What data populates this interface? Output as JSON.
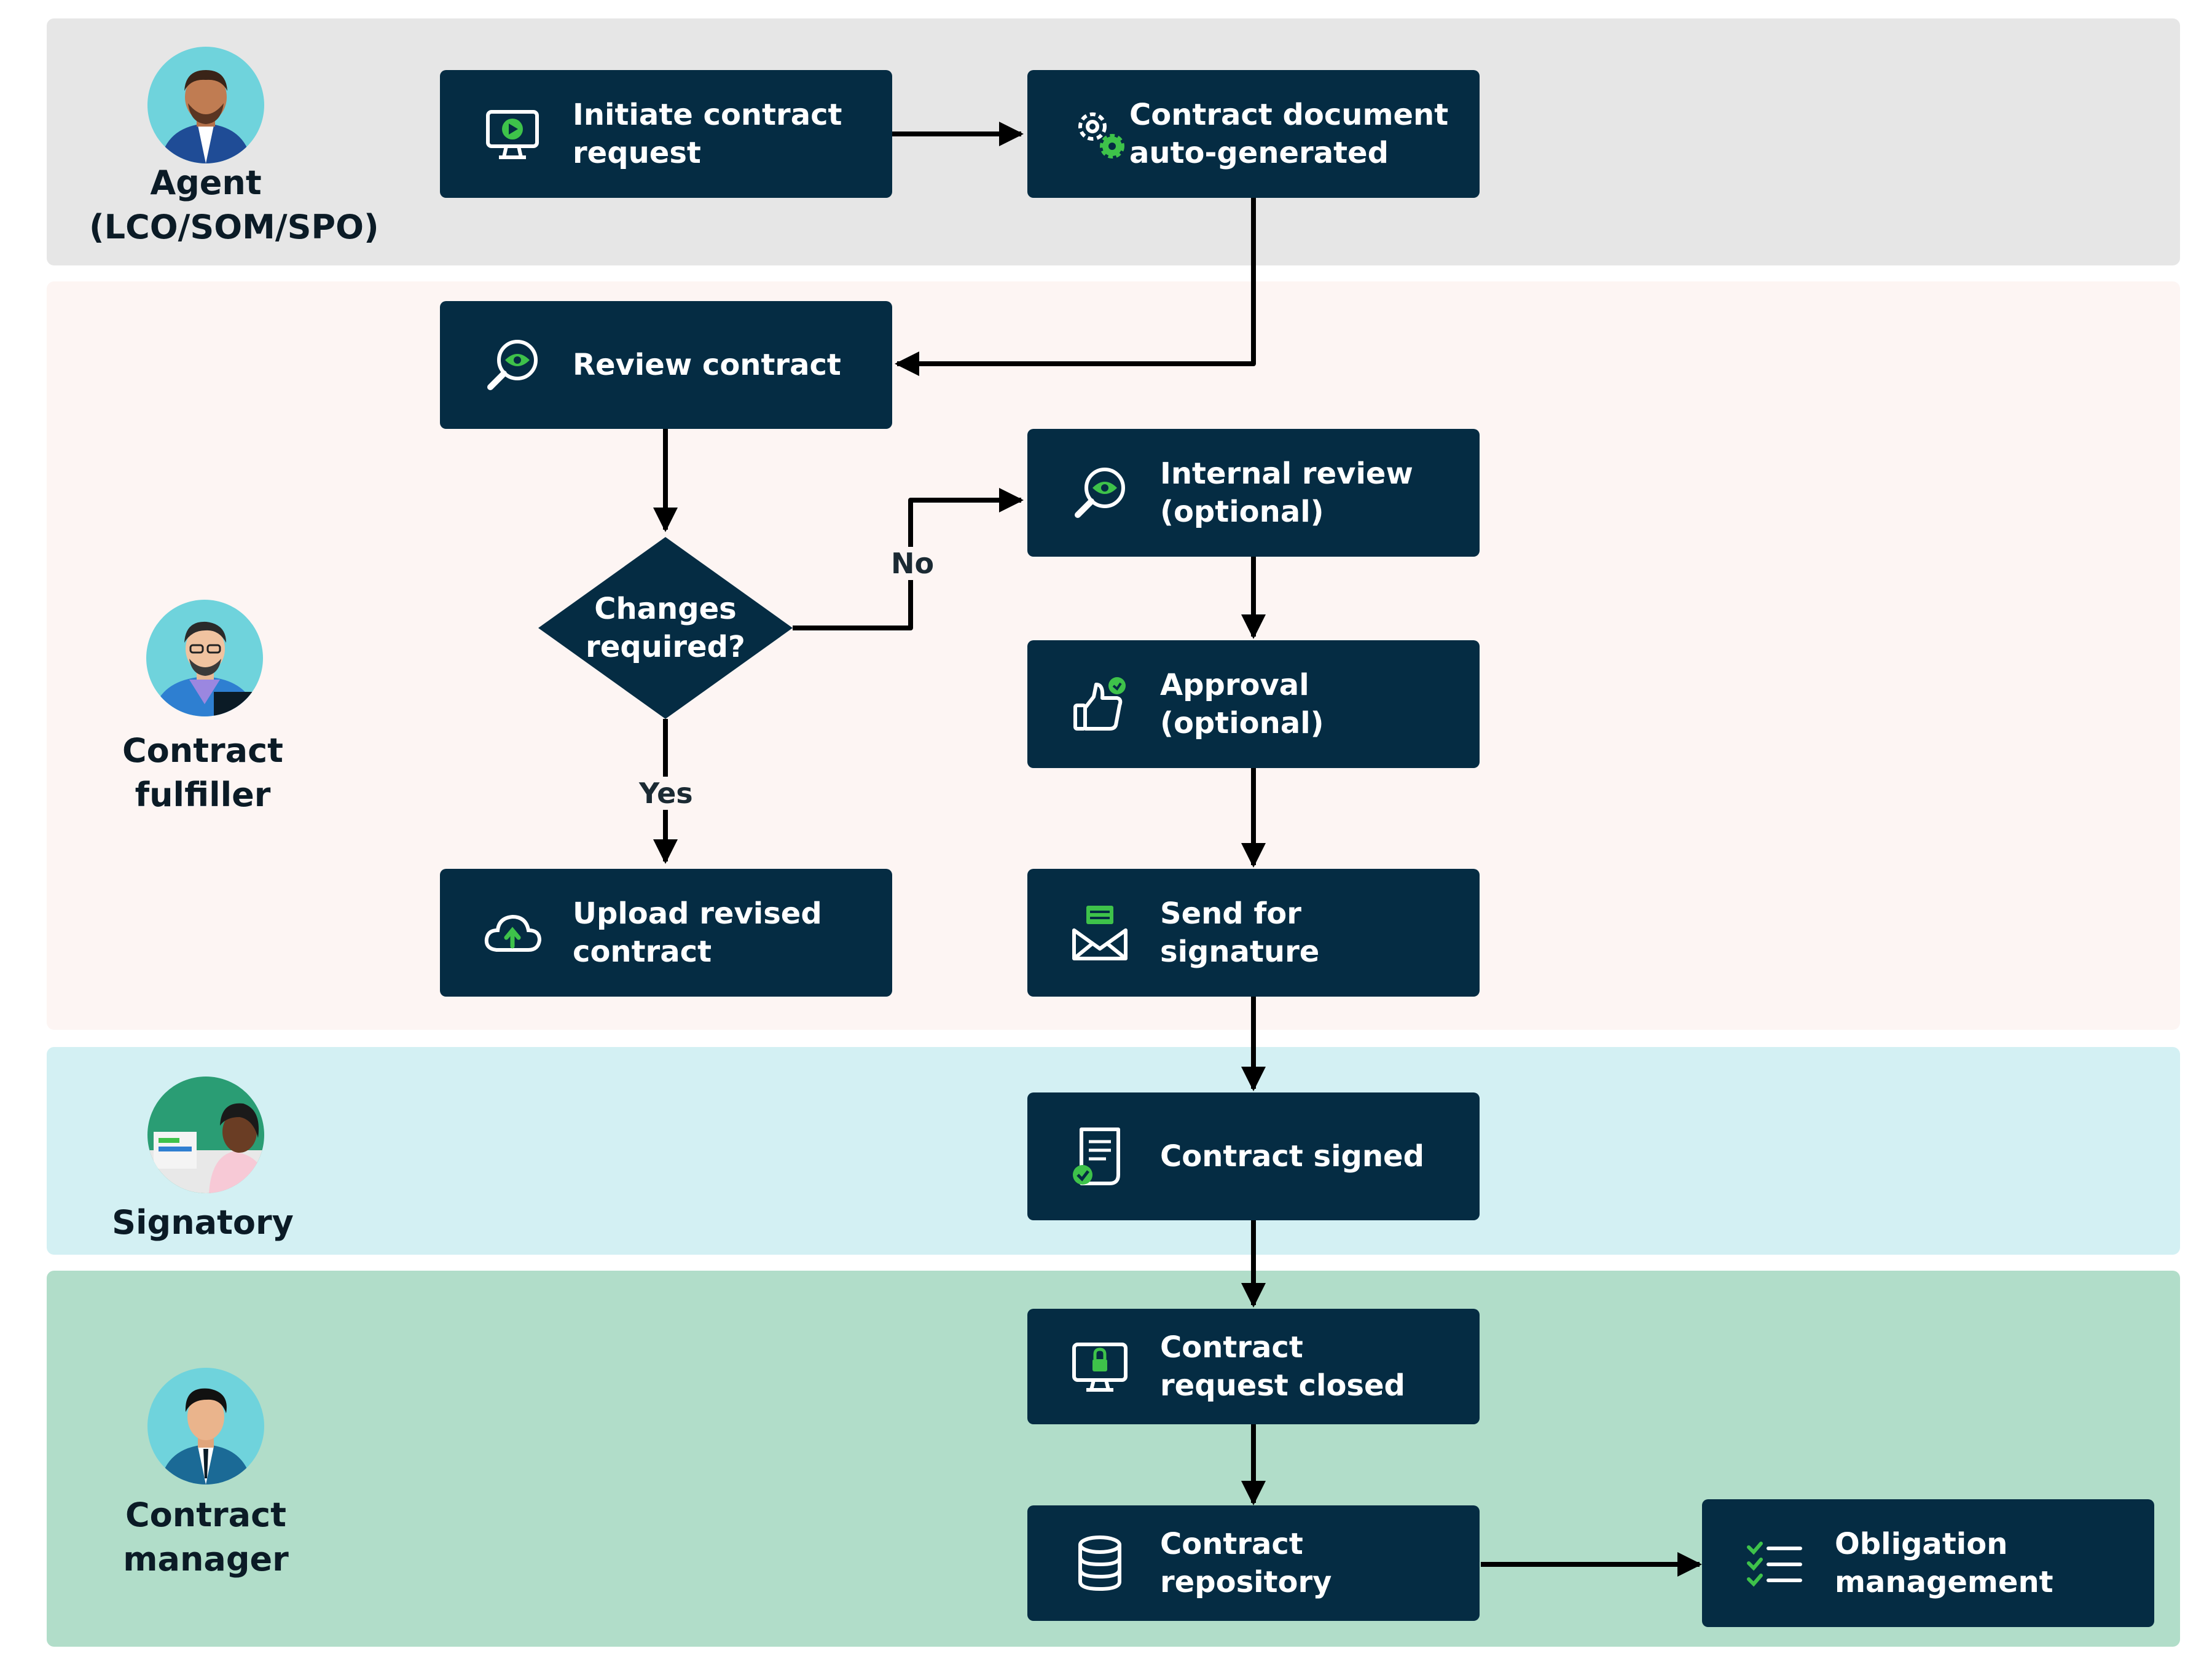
{
  "colors": {
    "node_fill": "#052c43",
    "icon_accent": "#3ec24a",
    "lane_agent": "#e6e6e6",
    "lane_fulfiller": "#fdf5f3",
    "lane_signatory": "#d3f0f3",
    "lane_manager": "#b1ddc9",
    "connector": "#000000"
  },
  "lanes": [
    {
      "id": "agent",
      "label_lines": [
        "Agent",
        "(LCO/SOM/SPO)"
      ],
      "avatar": "agent-avatar"
    },
    {
      "id": "fulfiller",
      "label_lines": [
        "Contract",
        "fulfiller"
      ],
      "avatar": "fulfiller-avatar"
    },
    {
      "id": "signatory",
      "label_lines": [
        "Signatory"
      ],
      "avatar": "signatory-avatar"
    },
    {
      "id": "manager",
      "label_lines": [
        "Contract",
        "manager"
      ],
      "avatar": "manager-avatar"
    }
  ],
  "nodes": {
    "initiate": {
      "lines": [
        "Initiate contract",
        "request"
      ],
      "icon": "monitor-play-icon"
    },
    "autogen": {
      "lines": [
        "Contract document",
        "auto-generated"
      ],
      "icon": "gears-icon"
    },
    "review": {
      "lines": [
        "Review contract"
      ],
      "icon": "magnifier-eye-icon"
    },
    "decision": {
      "lines": [
        "Changes",
        "required?"
      ]
    },
    "internal": {
      "lines": [
        "Internal review",
        "(optional)"
      ],
      "icon": "magnifier-eye-icon"
    },
    "approval": {
      "lines": [
        "Approval",
        "(optional)"
      ],
      "icon": "thumbs-up-icon"
    },
    "upload": {
      "lines": [
        "Upload revised",
        "contract"
      ],
      "icon": "cloud-upload-icon"
    },
    "send": {
      "lines": [
        "Send for",
        "signature"
      ],
      "icon": "envelope-icon"
    },
    "signed": {
      "lines": [
        "Contract signed"
      ],
      "icon": "signed-document-icon"
    },
    "closed": {
      "lines": [
        "Contract",
        "request closed"
      ],
      "icon": "monitor-lock-icon"
    },
    "repository": {
      "lines": [
        "Contract",
        "repository"
      ],
      "icon": "database-icon"
    },
    "obligation": {
      "lines": [
        "Obligation",
        "management"
      ],
      "icon": "checklist-icon"
    }
  },
  "edge_labels": {
    "no": "No",
    "yes": "Yes"
  }
}
